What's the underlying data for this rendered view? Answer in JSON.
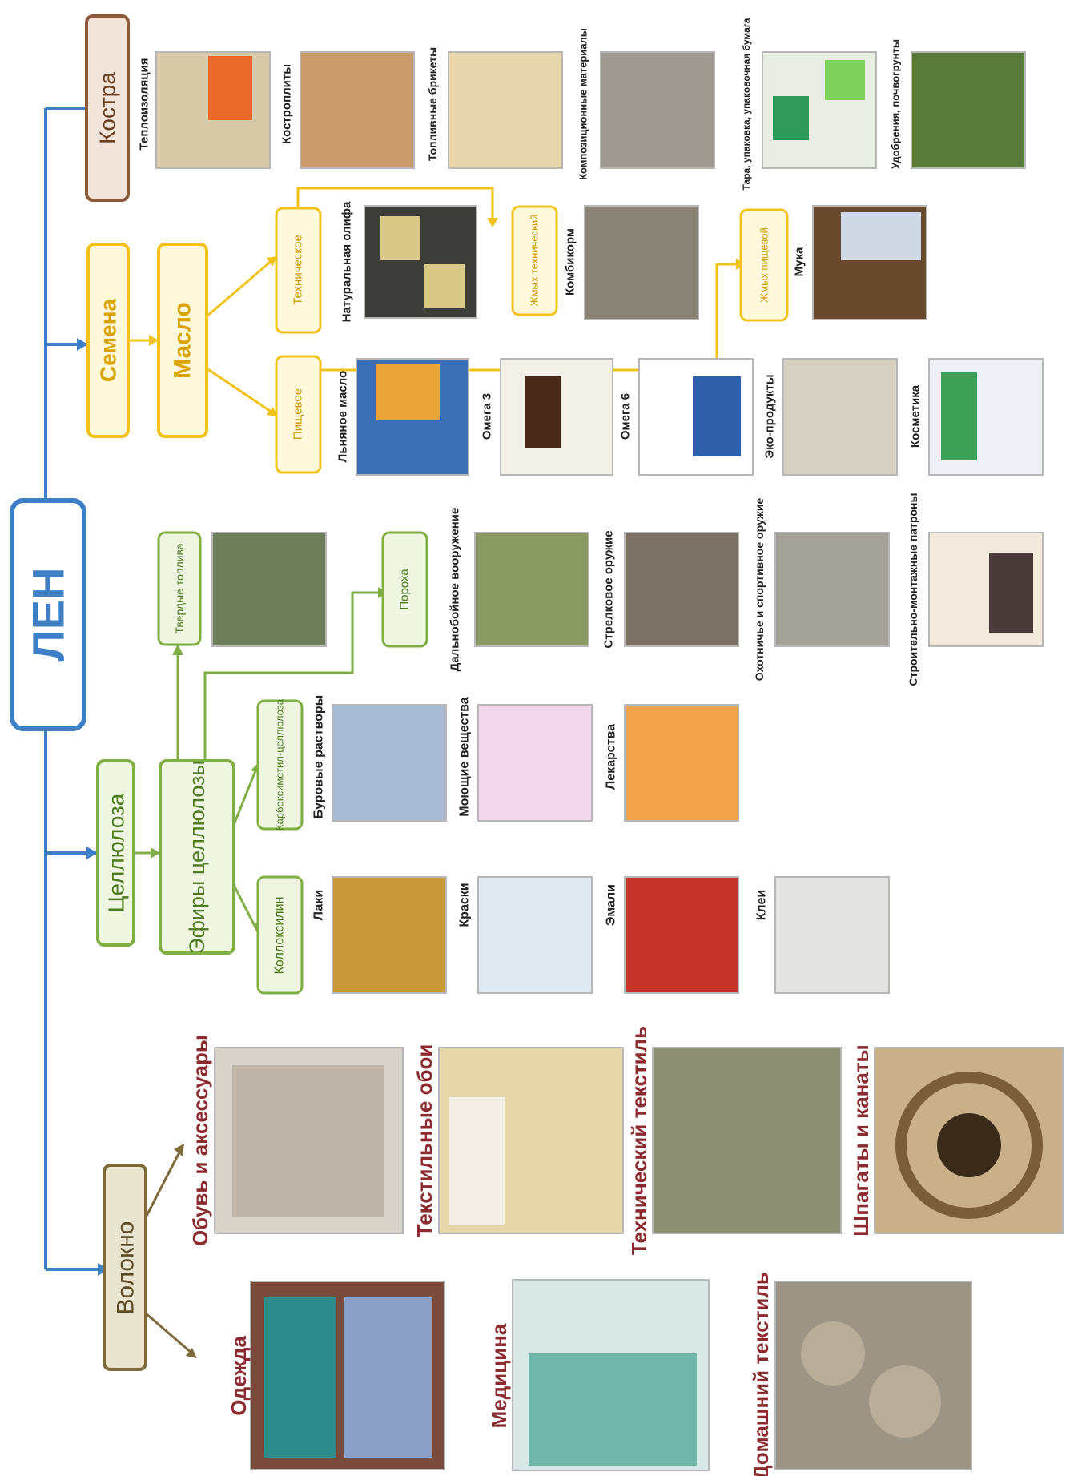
{
  "root": {
    "label": "ЛЕН"
  },
  "colors": {
    "root": "#3f7fc6",
    "fiber": "#7c6a3a",
    "fiber_fill": "#e9e4cf",
    "fiber_text": "#8b2b2f",
    "cellulose": "#7fae43",
    "cellulose_fill": "#eef5e1",
    "seeds": "#f2c21a",
    "seeds_fill": "#fff9dc",
    "shive": "#8a5a3a",
    "shive_fill": "#f1e4da"
  },
  "branches": {
    "fiber": {
      "label": "Волокно",
      "items": [
        "Одежда",
        "Медицина",
        "Домашний текстиль",
        "Обувь и аксессуары",
        "Текстильные обои",
        "Технический текстиль",
        "Шпагаты и канаты"
      ]
    },
    "cellulose": {
      "label": "Целлюлоза",
      "ethers": "Эфиры целлюлозы",
      "colloxylin": {
        "label": "Коллоксилин",
        "items": [
          "Лаки",
          "Краски",
          "Эмали",
          "Клеи"
        ]
      },
      "cmc": {
        "label": "Карбоксиметил-целлюлоза",
        "items": [
          "Буровые растворы",
          "Моющие вещества",
          "Лекарства"
        ]
      },
      "solid_fuel": {
        "label": "Твердые топлива"
      },
      "powders": {
        "label": "Пороха",
        "items": [
          "Дальнобойное вооружение",
          "Стрелковое оружие",
          "Охотничье и спортивное оружие",
          "Строительно-монтажные патроны"
        ]
      }
    },
    "seeds": {
      "label": "Семена",
      "oil": "Масло",
      "food": {
        "label": "Пищевое",
        "items": [
          "Льняное масло",
          "Омега 3",
          "Омега 6",
          "Эко-продукты",
          "Косметика"
        ]
      },
      "technical": {
        "label": "Техническое",
        "items": [
          "Натуральная олифа"
        ]
      },
      "cake_tech": {
        "label": "Жмых технический",
        "items": [
          "Комбикорм"
        ]
      },
      "cake_food": {
        "label": "Жмых пищевой",
        "items": [
          "Мука"
        ]
      }
    },
    "shive": {
      "label": "Костра",
      "items": [
        "Теплоизоляция",
        "Костроплиты",
        "Топливные брикеты",
        "Композиционные материалы",
        "Тара, упаковка, упаковочная бумага",
        "Удобрения, почвогрунты"
      ]
    }
  }
}
